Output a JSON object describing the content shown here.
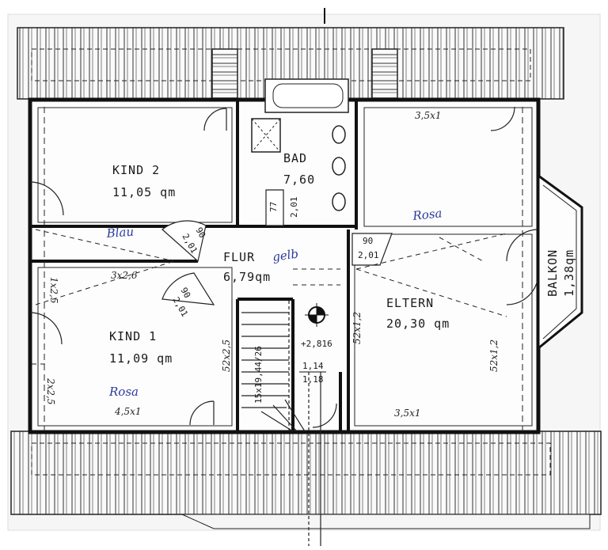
{
  "rooms": {
    "kind2": {
      "name": "KIND 2",
      "area": "11,05 qm"
    },
    "bad": {
      "name": "BAD",
      "area": "7,60"
    },
    "kind1": {
      "name": "KIND 1",
      "area": "11,09 qm"
    },
    "flur": {
      "name": "FLUR",
      "area": "6,79qm"
    },
    "eltern": {
      "name": "ELTERN",
      "area": "20,30 qm"
    },
    "balkon": {
      "name": "BALKON",
      "area": "1,38qm"
    }
  },
  "doors": {
    "bad_door": {
      "top": "77",
      "bottom": "2,01"
    },
    "kind2_door": {
      "top": "90",
      "bottom": "2,01"
    },
    "eltern_door": {
      "top": "90",
      "bottom": "2,01"
    },
    "kind1_door": {
      "top": "90",
      "bottom": "2,01"
    }
  },
  "stairs": {
    "label": "15x19,44/26"
  },
  "level": {
    "value": "+2,816"
  },
  "window_note": {
    "top": "1,14",
    "bottom": "1,18"
  },
  "dims": {
    "eltern_top": "3,5x1",
    "eltern_bottom": "3,5x1",
    "kind1_top": "3x2,6",
    "kind1_left": "1x2,5",
    "kind1_left_low": "2x2,5",
    "kind1_bottom": "4,5x1"
  },
  "annotations": {
    "kind2_color": "Blau",
    "flur_color": "gelb",
    "eltern_color": "Rosa",
    "kind1_color": "Rosa",
    "eltern_side": "52x1,2",
    "eltern_side2": "52x1,2",
    "kind1_side": "52x2,5"
  }
}
